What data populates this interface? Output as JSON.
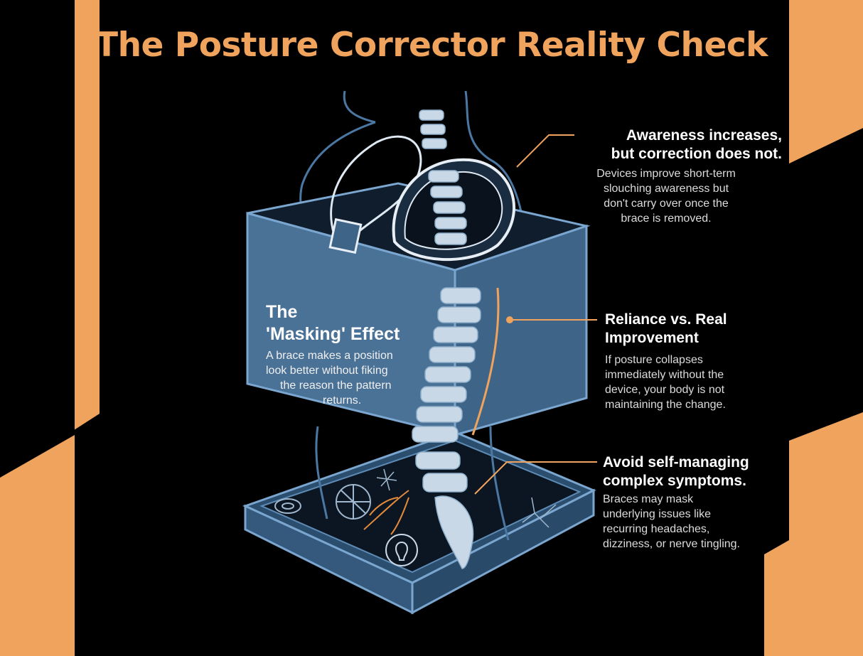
{
  "title": "The Posture Corrector Reality Check",
  "colors": {
    "accent_orange": "#f0a35c",
    "panel_blue": "#4a7196",
    "line_blue": "#5d8bb5",
    "background": "#000000"
  },
  "callouts": [
    {
      "heading_lines": [
        "Awareness increases,",
        "but correction does not."
      ],
      "body_lines": [
        "Devices improve short-term",
        "slouching awareness but",
        "don't carry over once the",
        "brace is removed."
      ]
    },
    {
      "heading_lines": [
        "Reliance vs. Real",
        "Improvement"
      ],
      "body_lines": [
        "If posture collapses",
        "immediately without the",
        "device, your body is not",
        "maintaining the change."
      ]
    },
    {
      "heading_lines": [
        "Avoid self-managing",
        "complex symptoms."
      ],
      "body_lines": [
        "Braces may mask",
        "underlying issues like",
        "recurring headaches,",
        "dizziness, or nerve tingling."
      ]
    }
  ],
  "masking": {
    "heading_lines": [
      "The",
      "'Masking' Effect"
    ],
    "body_lines": [
      "A brace makes a position",
      "look better without fiking",
      "the reason the pattern",
      "returns."
    ]
  },
  "icons": [
    "target-icon",
    "wheel-icon",
    "nerve-icon",
    "lightbulb-icon",
    "crack-icon"
  ]
}
